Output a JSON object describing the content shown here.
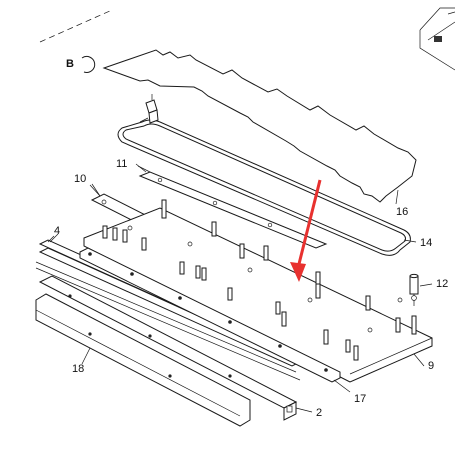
{
  "view_label": "B",
  "callouts": [
    {
      "id": "c16",
      "text": "16"
    },
    {
      "id": "c14",
      "text": "14"
    },
    {
      "id": "c12",
      "text": "12"
    },
    {
      "id": "c11",
      "text": "11"
    },
    {
      "id": "c10",
      "text": "10"
    },
    {
      "id": "c4",
      "text": "4"
    },
    {
      "id": "c9",
      "text": "9"
    },
    {
      "id": "c18",
      "text": "18"
    },
    {
      "id": "c17",
      "text": "17"
    },
    {
      "id": "c2",
      "text": "2"
    }
  ],
  "colors": {
    "arrow": "#e8312f",
    "line": "#1a1a1a",
    "background": "#ffffff"
  }
}
